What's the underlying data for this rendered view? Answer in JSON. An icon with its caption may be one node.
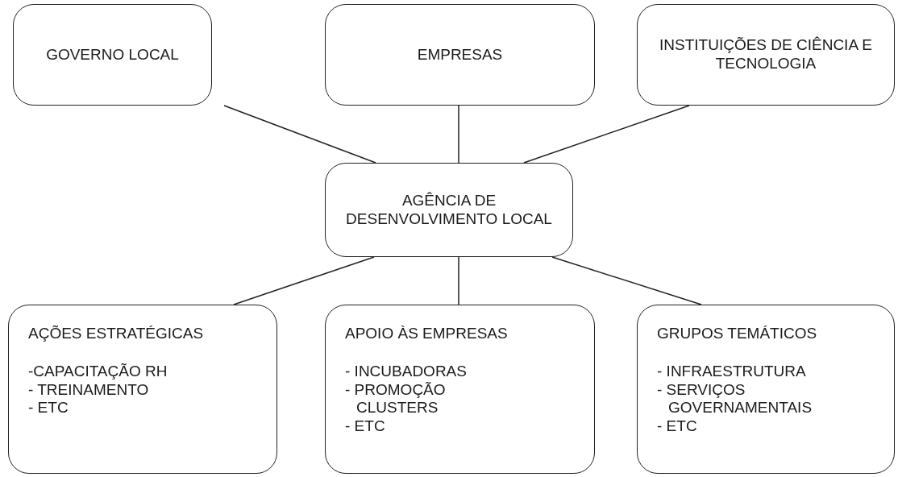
{
  "diagram": {
    "nodes": [
      {
        "text": [
          "GOVERNO LOCAL"
        ]
      },
      {
        "text": [
          "EMPRESAS"
        ]
      },
      {
        "text": [
          "INSTITUIÇÕES DE CIÊNCIA E TECNOLOGIA"
        ]
      },
      {
        "text": [
          "AGÊNCIA DE DESENVOLVIMENTO LOCAL"
        ]
      },
      {
        "text": [
          "AÇÕES ESTRATÉGICAS",
          "-CAPACITAÇÃO RH",
          "- TREINAMENTO",
          "- ETC"
        ]
      },
      {
        "text": [
          "APOIO ÀS EMPRESAS",
          "- INCUBADORAS",
          "- PROMOÇÃO CLUSTERS",
          "- ETC"
        ]
      },
      {
        "text": [
          "GRUPOS TEMÁTICOS",
          "- INFRAESTRUTURA",
          "- SERVIÇOS GOVERNAMENTAIS",
          "- ETC"
        ]
      }
    ],
    "edges": [
      {
        "from": 0,
        "to": 3,
        "arrow": "none"
      },
      {
        "from": 1,
        "to": 3,
        "arrow": "none"
      },
      {
        "from": 2,
        "to": 3,
        "arrow": "none"
      },
      {
        "from": 3,
        "to": 4,
        "arrow": "none"
      },
      {
        "from": 3,
        "to": 5,
        "arrow": "none"
      },
      {
        "from": 3,
        "to": 6,
        "arrow": "none"
      }
    ]
  }
}
